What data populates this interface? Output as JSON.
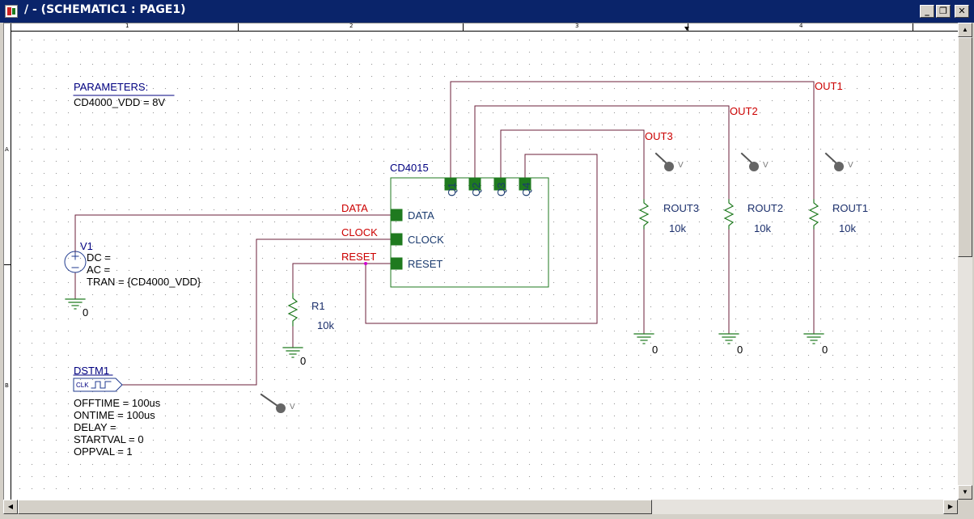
{
  "window": {
    "title": "/ - (SCHEMATIC1 : PAGE1)",
    "minimize_glyph": "_",
    "restore_glyph": "❐",
    "close_glyph": "✕"
  },
  "ruler": {
    "top_numbers": [
      "1",
      "2",
      "3",
      "4"
    ],
    "left_letters": [
      "A",
      "B"
    ]
  },
  "parameters": {
    "heading": "PARAMETERS:",
    "entry": "CD4000_VDD = 8V"
  },
  "ic": {
    "ref": "CD4015",
    "inputs": [
      "DATA",
      "CLOCK",
      "RESET"
    ],
    "outputs": [
      "Q1",
      "Q2",
      "Q3",
      "Q4"
    ]
  },
  "nets": {
    "data": "DATA",
    "clock": "CLOCK",
    "reset": "RESET",
    "out1": "OUT1",
    "out2": "OUT2",
    "out3": "OUT3"
  },
  "v1": {
    "ref": "V1",
    "dc": "DC =",
    "ac": "AC =",
    "tran": "TRAN = {CD4000_VDD}",
    "ground": "0"
  },
  "r1": {
    "ref": "R1",
    "value": "10k",
    "ground": "0"
  },
  "rout3": {
    "ref": "ROUT3",
    "value": "10k",
    "ground": "0"
  },
  "rout2": {
    "ref": "ROUT2",
    "value": "10k",
    "ground": "0"
  },
  "rout1": {
    "ref": "ROUT1",
    "value": "10k",
    "ground": "0"
  },
  "dstm1": {
    "ref": "DSTM1",
    "symbol": "CLK",
    "lines": [
      "OFFTIME = 100us",
      "ONTIME = 100us",
      "DELAY =",
      "STARTVAL = 0",
      "OPPVAL = 1"
    ]
  },
  "probe_glyph": "V",
  "colors": {
    "wire": "#6b1f3a",
    "part": "#1f7a1f",
    "netlabel": "#cc0000",
    "text": "#000080",
    "titlebar": "#0a246a"
  }
}
